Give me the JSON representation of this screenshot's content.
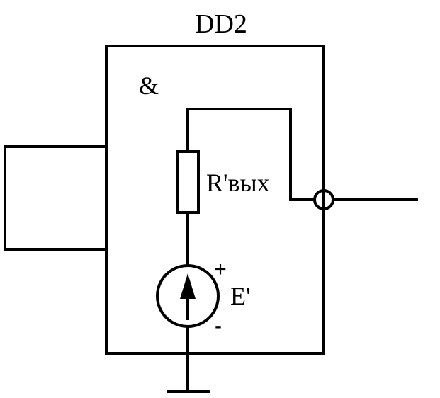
{
  "diagram": {
    "element_name": "DD2",
    "gate_symbol": "&",
    "resistor_label": "R'вых",
    "source_label": "E'",
    "source_plus": "+",
    "source_minus": "-"
  },
  "colors": {
    "line": "#000000",
    "background": "#ffffff"
  }
}
